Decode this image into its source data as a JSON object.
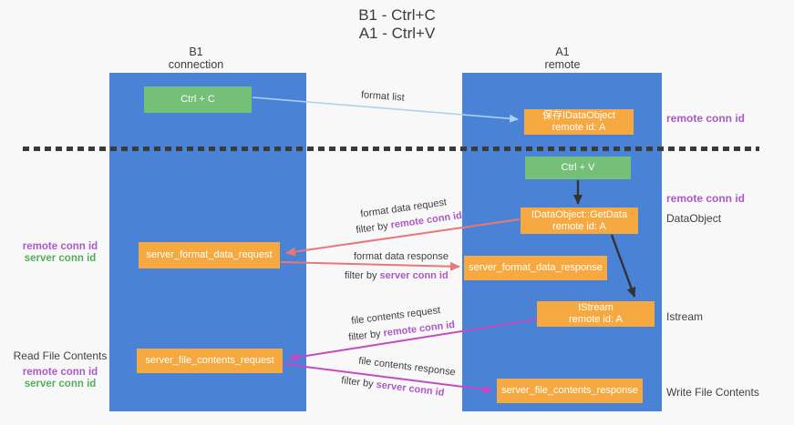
{
  "title": {
    "line1": "B1 - Ctrl+C",
    "line2": "A1 - Ctrl+V"
  },
  "columns": {
    "left": {
      "name": "B1",
      "role": "connection"
    },
    "right": {
      "name": "A1",
      "role": "remote"
    }
  },
  "nodes": {
    "ctrl_c": {
      "label": "Ctrl + C"
    },
    "ctrl_v": {
      "label": "Ctrl + V"
    },
    "save_idataobject": {
      "line1": "保存IDataObject",
      "line2": "remote id: A"
    },
    "getdata": {
      "line1": "IDataObject::GetData",
      "line2": "remote id: A"
    },
    "istream": {
      "line1": "IStream",
      "line2": "remote id: A"
    },
    "server_format_data_request": {
      "label": "server_format_data_request"
    },
    "server_format_data_response": {
      "label": "server_format_data_response"
    },
    "server_file_contents_request": {
      "label": "server_file_contents_request"
    },
    "server_file_contents_response": {
      "label": "server_file_contents_response"
    }
  },
  "messages": {
    "format_list": {
      "label": "format list"
    },
    "format_data_request": {
      "label": "format data request",
      "filter_prefix": "filter by ",
      "filter_key": "remote conn id"
    },
    "format_data_response": {
      "label": "format data response",
      "filter_prefix": "filter by ",
      "filter_key": "server conn id"
    },
    "file_contents_request": {
      "label": "file contents request",
      "filter_prefix": "filter by ",
      "filter_key": "remote conn id"
    },
    "file_contents_response": {
      "label": "file contents response",
      "filter_prefix": "filter by ",
      "filter_key": "server conn id"
    }
  },
  "annotations": {
    "right_remote_conn_id_top": "remote conn id",
    "right_remote_conn_id_mid": "remote conn id",
    "right_dataobject": "DataObject",
    "right_istream": "Istream",
    "right_write_file_contents": "Write File Contents",
    "left_remote_conn_id_top": "remote conn id",
    "left_server_conn_id_top": "server conn id",
    "left_read_file_contents": "Read File Contents",
    "left_remote_conn_id_bottom": "remote conn id",
    "left_server_conn_id_bottom": "server conn id"
  },
  "colors": {
    "lifeline_blue": "#4a82d6",
    "node_orange": "#f7a941",
    "node_green": "#74c078",
    "arrow_light_blue": "#a9d3ee",
    "arrow_salmon": "#e87878",
    "arrow_magenta": "#c34ac3",
    "arrow_black": "#333333",
    "text_purple": "#ab5ac5",
    "text_green": "#53af5c",
    "text_dark": "#3f3f3f"
  }
}
